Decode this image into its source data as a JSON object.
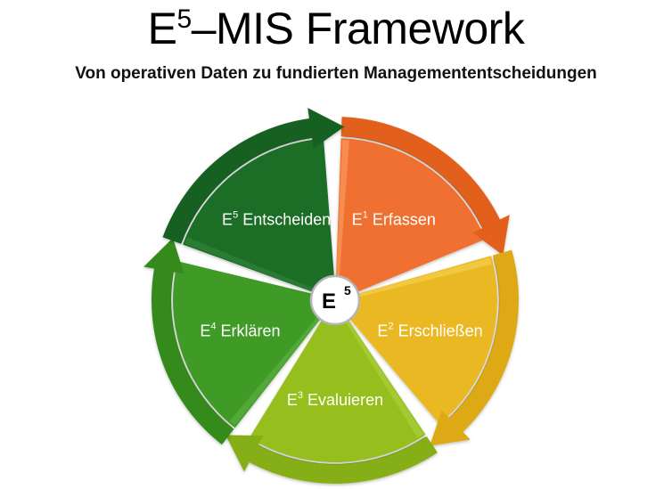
{
  "header": {
    "title_prefix": "E",
    "title_sup": "5",
    "title_rest": "–MIS Framework",
    "subtitle": "Von operativen Daten zu fundierten Managemententscheidungen"
  },
  "center": {
    "base": "E",
    "sup": "5",
    "fill": "#ffffff",
    "stroke": "#b0b0b0"
  },
  "segments": [
    {
      "id": "e1",
      "base": "E",
      "sup": "1",
      "label": "Erfassen",
      "color": "#F07030",
      "light": "#F79458",
      "dark": "#E2611E",
      "start_deg": -90,
      "end_deg": -18
    },
    {
      "id": "e2",
      "base": "E",
      "sup": "2",
      "label": "Erschließen",
      "color": "#E9B820",
      "light": "#F2CC48",
      "dark": "#DDAA12",
      "start_deg": -18,
      "end_deg": 54
    },
    {
      "id": "e3",
      "base": "E",
      "sup": "3",
      "label": "Evaluieren",
      "color": "#96BE1C",
      "light": "#A9CC3A",
      "dark": "#86AE14",
      "start_deg": 54,
      "end_deg": 126
    },
    {
      "id": "e4",
      "base": "E",
      "sup": "4",
      "label": "Erklären",
      "color": "#3F9A26",
      "light": "#58AC3E",
      "dark": "#358A1E",
      "start_deg": 126,
      "end_deg": 198
    },
    {
      "id": "e5",
      "base": "E",
      "sup": "5",
      "label": "Entscheiden",
      "color": "#1B6E28",
      "light": "#2E8038",
      "dark": "#166024",
      "start_deg": 198,
      "end_deg": 270
    }
  ]
}
